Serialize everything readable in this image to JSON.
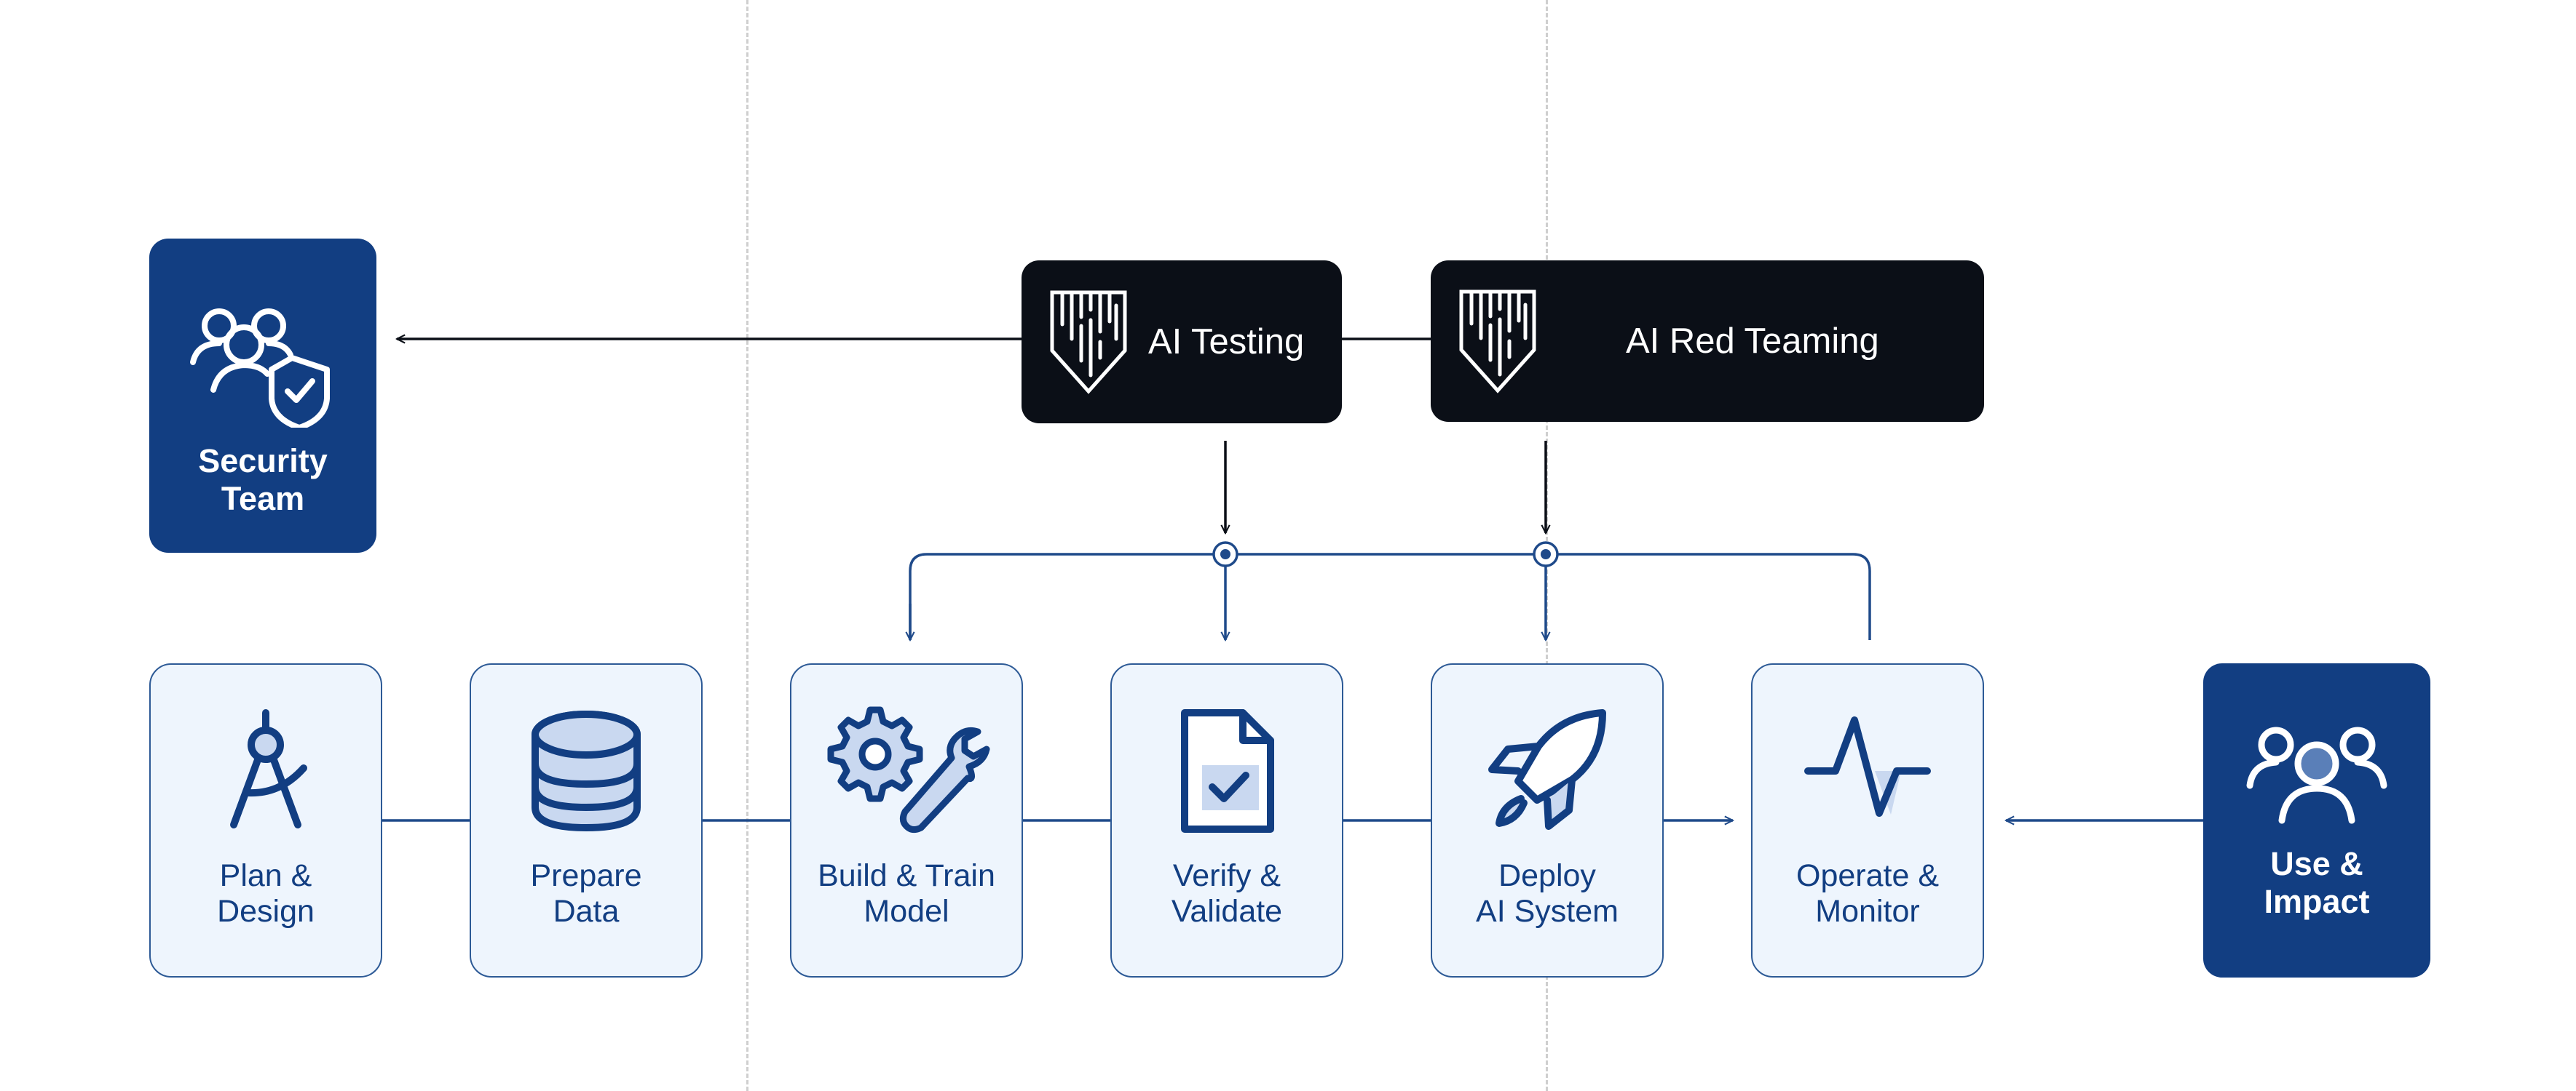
{
  "groups": {
    "security_team": "Security\nTeam",
    "use_impact": "Use &\nImpact"
  },
  "tools": {
    "ai_testing": "AI Testing",
    "ai_red_teaming": "AI Red Teaming"
  },
  "stages": [
    {
      "label": "Plan &\nDesign",
      "icon": "compass-icon"
    },
    {
      "label": "Prepare\nData",
      "icon": "database-icon"
    },
    {
      "label": "Build & Train\nModel",
      "icon": "gear-wrench-icon"
    },
    {
      "label": "Verify &\nValidate",
      "icon": "document-check-icon"
    },
    {
      "label": "Deploy\nAI System",
      "icon": "rocket-icon"
    },
    {
      "label": "Operate &\nMonitor",
      "icon": "pulse-icon"
    }
  ],
  "colors": {
    "navy": "#123e82",
    "stage_fill": "#eef5fd",
    "dark": "#0b0f17",
    "connector": "#1f4a8a"
  }
}
